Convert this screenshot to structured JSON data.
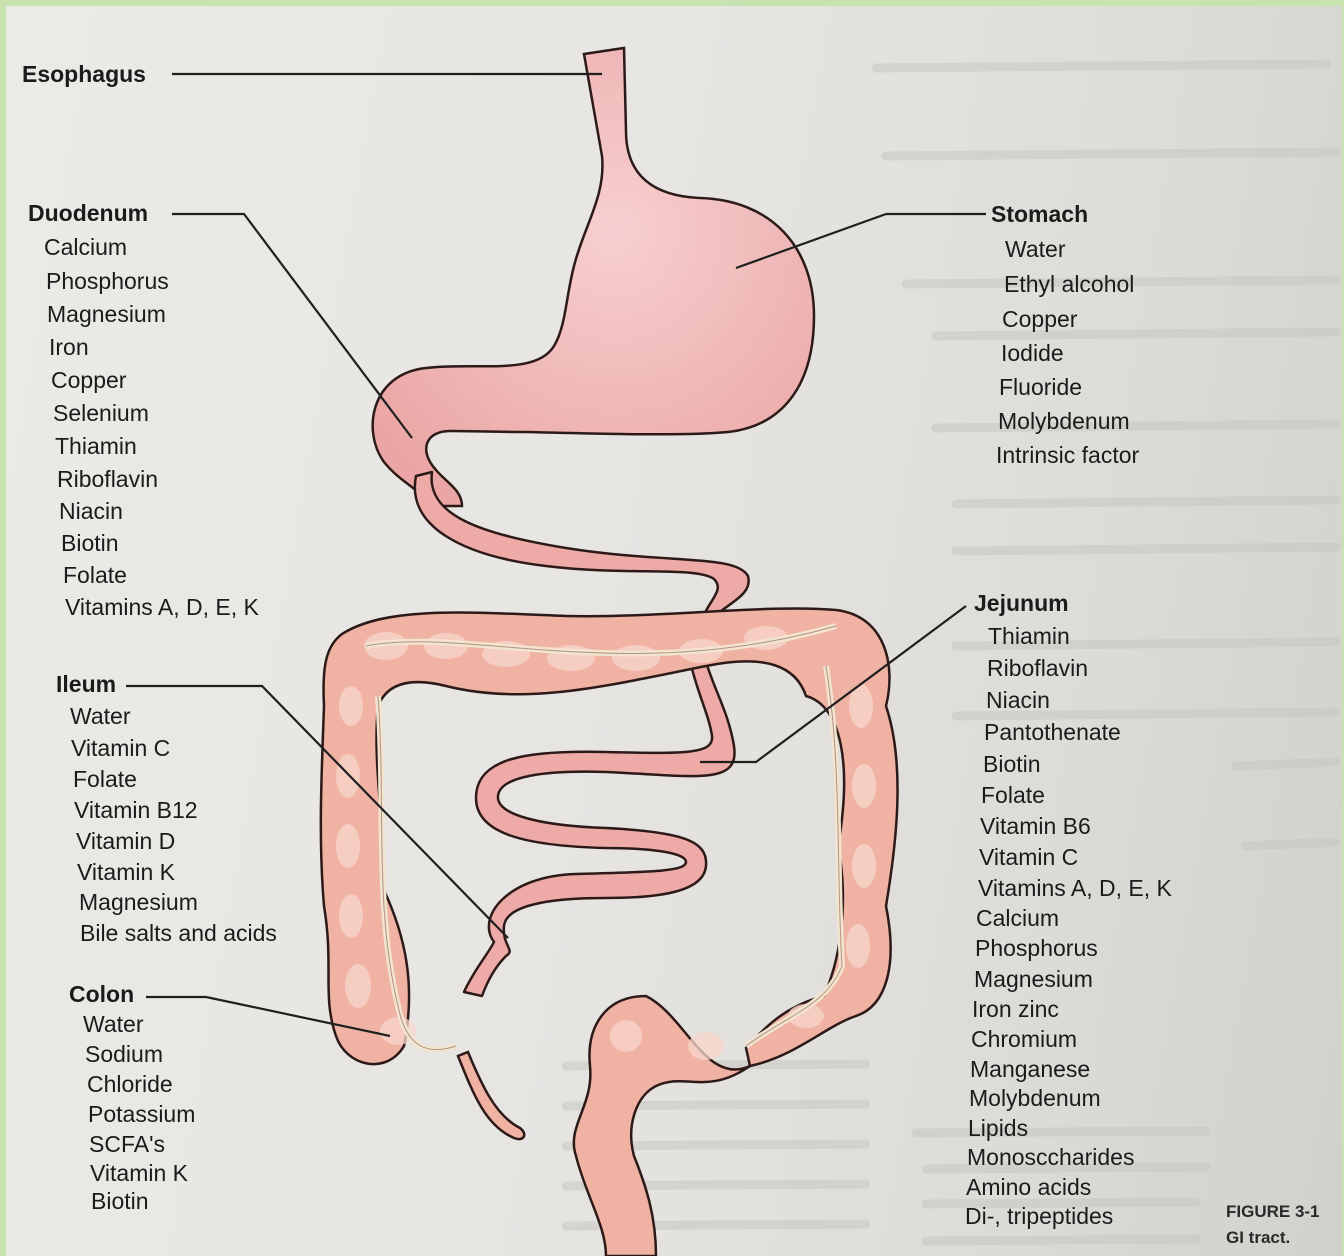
{
  "colors": {
    "tissue": "#eeaaa6",
    "tissue_edge": "#2c1a18",
    "colon_fill": "#f0b2a3",
    "haustra_light": "#f9d6cc",
    "taenia": "#f1e5cf",
    "leader": "#1f1f1f",
    "page": "#e9e7e3"
  },
  "labels": {
    "esophagus": {
      "title": "Esophagus",
      "items": []
    },
    "stomach": {
      "title": "Stomach",
      "items": [
        "Water",
        "Ethyl alcohol",
        "Copper",
        "Iodide",
        "Fluoride",
        "Molybdenum",
        "Intrinsic factor"
      ]
    },
    "duodenum": {
      "title": "Duodenum",
      "items": [
        "Calcium",
        "Phosphorus",
        "Magnesium",
        "Iron",
        "Copper",
        "Selenium",
        "Thiamin",
        "Riboflavin",
        "Niacin",
        "Biotin",
        "Folate",
        "Vitamins A, D, E, K"
      ]
    },
    "jejunum": {
      "title": "Jejunum",
      "items": [
        "Thiamin",
        "Riboflavin",
        "Niacin",
        "Pantothenate",
        "Biotin",
        "Folate",
        "Vitamin B6",
        "Vitamin C",
        "Vitamins A, D, E, K",
        "Calcium",
        "Phosphorus",
        "Magnesium",
        "Iron zinc",
        "Chromium",
        "Manganese",
        "Molybdenum",
        "Lipids",
        "Monosccharides",
        "Amino acids",
        "Di-, tripeptides"
      ]
    },
    "ileum": {
      "title": "Ileum",
      "items": [
        "Water",
        "Vitamin C",
        "Folate",
        "Vitamin B12",
        "Vitamin D",
        "Vitamin K",
        "Magnesium",
        "Bile salts and acids"
      ]
    },
    "colon": {
      "title": "Colon",
      "items": [
        "Water",
        "Sodium",
        "Chloride",
        "Potassium",
        "SCFA's",
        "Vitamin K",
        "Biotin"
      ]
    }
  },
  "caption": {
    "number": "FIGURE 3-1",
    "text": "GI tract."
  }
}
